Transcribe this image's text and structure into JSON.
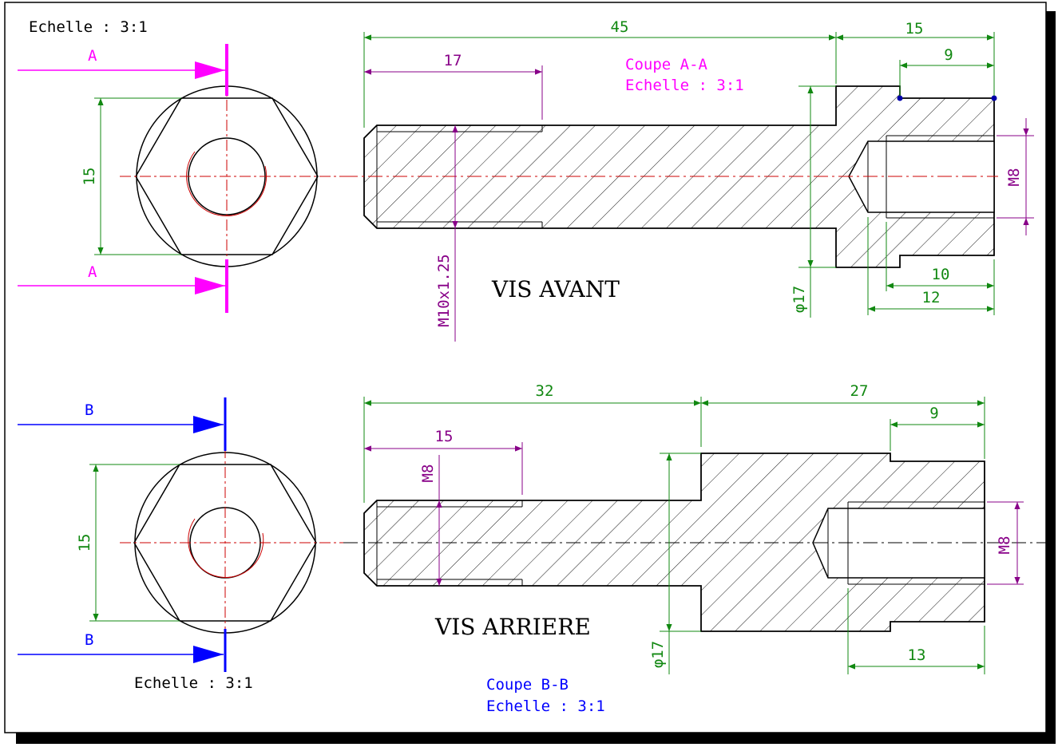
{
  "colors": {
    "outline": "#000000",
    "dimension_green": "#118811",
    "dimension_purple": "#880088",
    "section_a": "#ff00ff",
    "section_b": "#0000ff",
    "centerline": "#cc0000",
    "shadow": "#000000"
  },
  "top": {
    "scale_label": "Echelle :  3:1",
    "section_letter_top": "A",
    "section_letter_bottom": "A",
    "section_title": "Coupe A-A",
    "section_scale": "Echelle :  3:1",
    "part_title": "VIS AVANT",
    "dims": {
      "hex_across": "15",
      "total_length": "45",
      "head_length": "15",
      "thread_length": "17",
      "bore_depth": "9",
      "thread_spec": "M10x1.25",
      "diameter": "φ17",
      "internal_thread": "M8",
      "thread_depth": "10",
      "drill_depth": "12"
    }
  },
  "bottom": {
    "scale_label": "Echelle :  3:1",
    "section_letter_top": "B",
    "section_letter_bottom": "B",
    "section_title": "Coupe B-B",
    "section_scale": "Echelle :  3:1",
    "part_title": "VIS ARRIERE",
    "dims": {
      "hex_across": "15",
      "shank_length": "32",
      "head_length": "27",
      "thread_length": "15",
      "bore_depth": "9",
      "thread_spec": "M8",
      "diameter": "φ17",
      "internal_thread": "M8",
      "drill_depth": "13"
    }
  }
}
